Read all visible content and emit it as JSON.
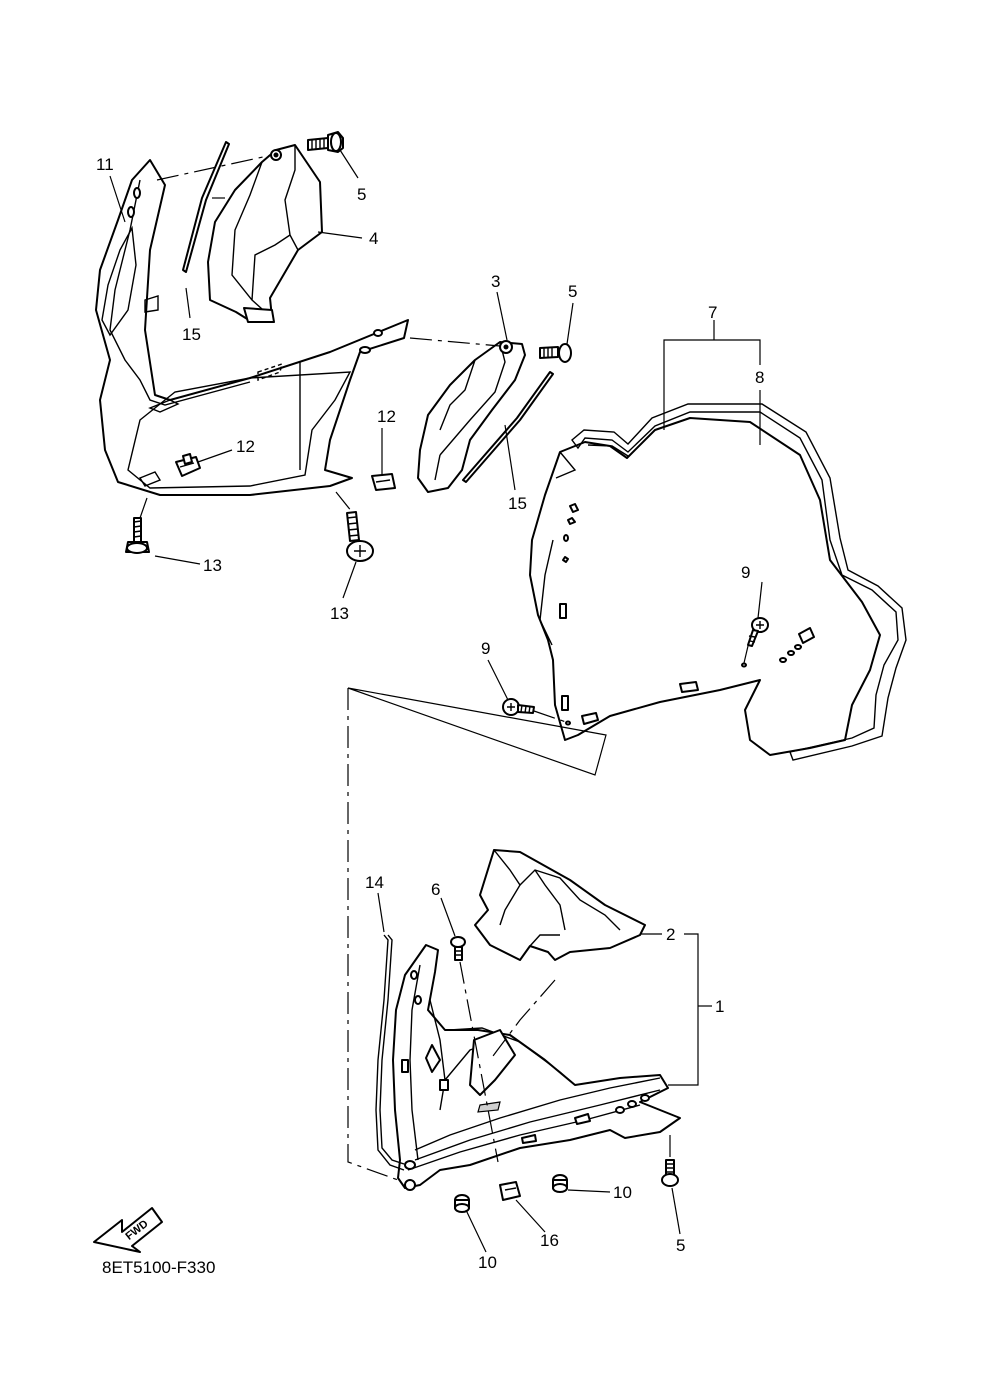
{
  "diagram": {
    "code": "8ET5100-F330",
    "direction_label": "FWD",
    "callouts": {
      "c1": "1",
      "c2": "2",
      "c3": "3",
      "c4": "4",
      "c5a": "5",
      "c5b": "5",
      "c5c": "5",
      "c6": "6",
      "c7": "7",
      "c8": "8",
      "c9a": "9",
      "c9b": "9",
      "c10a": "10",
      "c10b": "10",
      "c11": "11",
      "c12a": "12",
      "c12b": "12",
      "c13a": "13",
      "c13b": "13",
      "c14": "14",
      "c15a": "15",
      "c15b": "15",
      "c16": "16"
    }
  }
}
